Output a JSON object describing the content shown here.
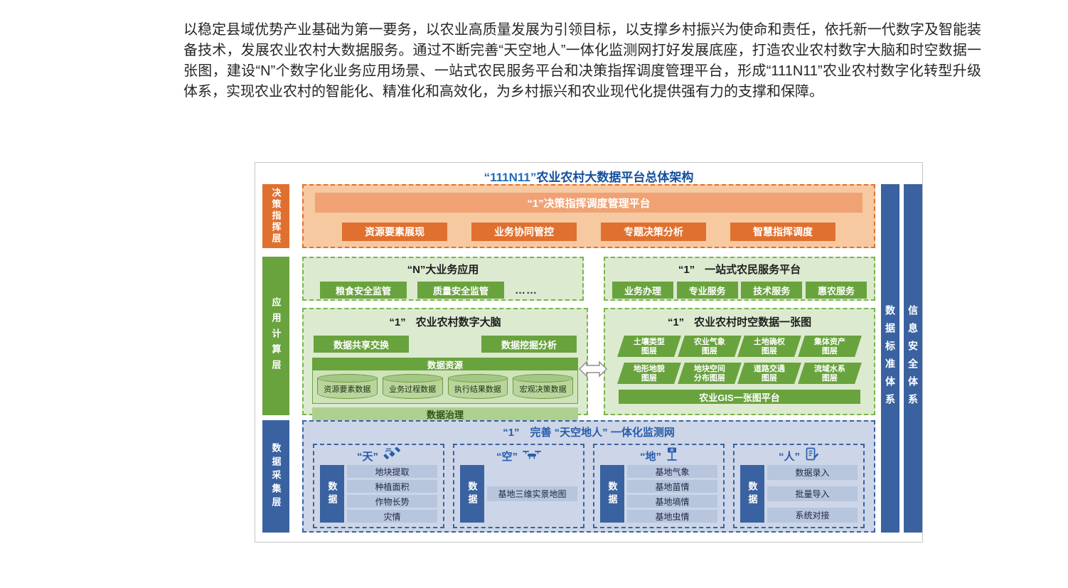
{
  "intro": "以稳定县域优势产业基础为第一要务，以农业高质量发展为引领目标，以支撑乡村振兴为使命和责任，依托新一代数字及智能装备技术，发展农业农村大数据服务。通过不断完善“天空地人”一体化监测网打好发展底座，打造农业农村数字大脑和时空数据一张图，建设“N”个数字化业务应用场景、一站式农民服务平台和决策指挥调度管理平台，形成“111N11”农业农村数字化转型升级体系，实现农业农村的智能化、精准化和高效化，为乡村振兴和农业现代化提供强有力的支撑和保障。",
  "diagram": {
    "title_quote": "“111N11”",
    "title_rest": "农业农村大数据平台总体架构",
    "side_layers": [
      "决策指挥层",
      "应用计算层",
      "数据采集层"
    ],
    "right_bars": [
      "数据标准体系",
      "信息安全体系"
    ],
    "decision": {
      "platform": "“1”决策指挥调度管理平台",
      "items": [
        "资源要素展现",
        "业务协同管控",
        "专题决策分析",
        "智慧指挥调度"
      ]
    },
    "business": {
      "title": "“N”大业务应用",
      "items": [
        "粮食安全监管",
        "质量安全监管"
      ],
      "more": "……"
    },
    "farmer": {
      "title_num": "“1”",
      "title": "一站式农民服务平台",
      "items": [
        "业务办理",
        "专业服务",
        "技术服务",
        "惠农服务"
      ]
    },
    "brain": {
      "title_num": "“1”",
      "title": "农业农村数字大脑",
      "buttons": [
        "数据共享交换",
        "数据挖掘分析"
      ],
      "resource_title": "数据资源",
      "cylinders": [
        "资源要素数据",
        "业务过程数据",
        "执行结果数据",
        "宏观决策数据"
      ],
      "governance": "数据治理"
    },
    "map": {
      "title_num": "“1”",
      "title": "农业农村时空数据一张图",
      "layers": [
        [
          "土壤类型",
          "图层"
        ],
        [
          "农业气象",
          "图层"
        ],
        [
          "土地确权",
          "图层"
        ],
        [
          "集体资产",
          "图层"
        ],
        [
          "地形地貌",
          "图层"
        ],
        [
          "地块空间",
          "分布图层"
        ],
        [
          "道路交通",
          "图层"
        ],
        [
          "流域水系",
          "图层"
        ]
      ],
      "platform": "农业GIS一张图平台"
    },
    "monitor": {
      "title": "“1”　完善 “天空地人” 一体化监测网",
      "data_label": "数据",
      "groups": [
        {
          "name": "“天”",
          "items": [
            "地块提取",
            "种植面积",
            "作物长势",
            "灾情"
          ]
        },
        {
          "name": "“空”",
          "items": [
            "基地三维实景地图"
          ]
        },
        {
          "name": "“地”",
          "items": [
            "基地气象",
            "基地苗情",
            "基地墒情",
            "基地虫情"
          ]
        },
        {
          "name": "“人”",
          "items": [
            "数据录入",
            "批量导入",
            "系统对接"
          ]
        }
      ]
    },
    "colors": {
      "orange-dark": "#e0702f",
      "orange-mid": "#f0a274",
      "orange-light": "#f6c9a1",
      "green-main": "#69a33d",
      "green-border": "#7ab54a",
      "green-light": "#dcead0",
      "green-gov": "#aed08f",
      "cyl-fill": "#b9d59b",
      "cyl-top": "#a5c786",
      "cyl-border": "#6d9a42",
      "blue-dark": "#3a62a0",
      "blue-light": "#ccd6e8",
      "blue-row": "#b7c5dd",
      "blue-title": "#2a5caa",
      "title-blue": "#1a5fae"
    }
  }
}
